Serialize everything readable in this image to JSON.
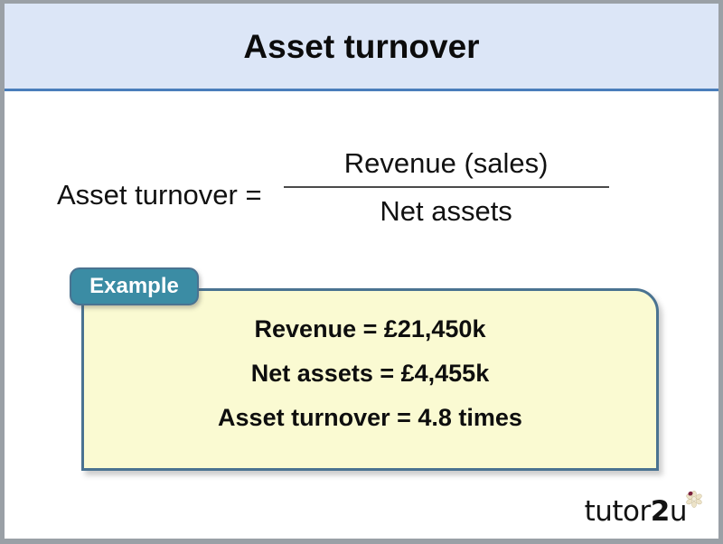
{
  "slide": {
    "title": "Asset turnover",
    "formula": {
      "lhs": "Asset turnover =",
      "numerator": "Revenue (sales)",
      "denominator": "Net assets"
    },
    "example": {
      "tab_label": "Example",
      "lines": [
        "Revenue = £21,450k",
        "Net assets = £4,455k",
        "Asset turnover = 4.8 times"
      ]
    },
    "logo": {
      "text_before": "tutor",
      "text_accent": "2",
      "text_after": "u",
      "flower_icon": "flower-icon"
    },
    "colors": {
      "title_band_bg": "#DCE6F7",
      "title_band_border": "#4A7EBB",
      "example_box_bg": "#FAFAD2",
      "example_box_border": "#4A7391",
      "example_tab_bg": "#3B8CA4",
      "frame_border": "#9AA0A6",
      "text": "#111111",
      "flower_accent": "#7A1F3D"
    }
  }
}
